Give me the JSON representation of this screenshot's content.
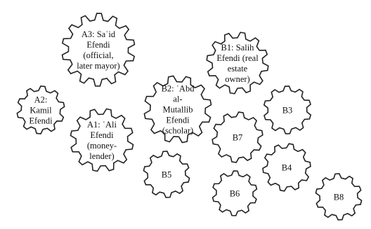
{
  "diagram": {
    "gears": [
      {
        "id": "A3",
        "lines": [
          "A3: Saʿid",
          "Efendi",
          "(official,",
          "later mayor)"
        ]
      },
      {
        "id": "A2",
        "lines": [
          "A2:",
          "Kamil",
          "Efendi"
        ]
      },
      {
        "id": "A1",
        "lines": [
          "A1: ʿAli",
          "Efendi",
          "(money-",
          "lender)"
        ]
      },
      {
        "id": "B2",
        "lines": [
          "B2: ʿAbd",
          "al-",
          "Mutallib",
          "Efendi",
          "(scholar)"
        ]
      },
      {
        "id": "B1",
        "lines": [
          "B1: Salih",
          "Efendi (real",
          "estate",
          "owner)"
        ]
      },
      {
        "id": "B3",
        "lines": [
          "B3"
        ]
      },
      {
        "id": "B7",
        "lines": [
          "B7"
        ]
      },
      {
        "id": "B5",
        "lines": [
          "B5"
        ]
      },
      {
        "id": "B4",
        "lines": [
          "B4"
        ]
      },
      {
        "id": "B6",
        "lines": [
          "B6"
        ]
      },
      {
        "id": "B8",
        "lines": [
          "B8"
        ]
      }
    ]
  }
}
